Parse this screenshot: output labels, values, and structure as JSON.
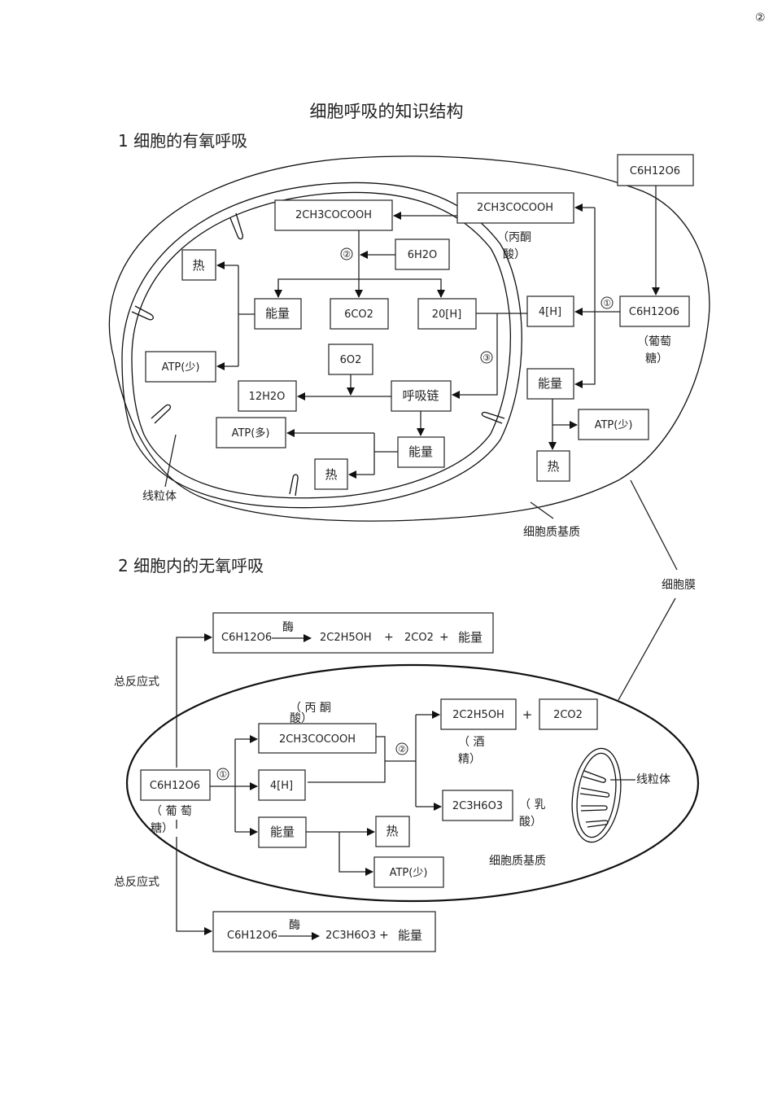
{
  "page_number": "②",
  "title": "细胞呼吸的知识结构",
  "section1": {
    "heading": "1 细胞的有氧呼吸",
    "glucose_outside": "C6H12O6",
    "glucose_cyto": "C6H12O6",
    "glucose_name": [
      "（葡萄",
      "糖）"
    ],
    "pyruvate_cyto": "2CH3COCOOH",
    "pyruvate_name": [
      "（丙酮",
      "酸）"
    ],
    "pyruvate_mito": "2CH3COCOOH",
    "h2o_in": "6H2O",
    "energy_stage2": "能量",
    "co2": "6CO2",
    "h20": "20[H]",
    "heat_stage2": "热",
    "atp_stage2": "ATP(少)",
    "o2": "6O2",
    "h2o_out": "12H2O",
    "resp_chain": "呼吸链",
    "atp_stage3": "ATP(多)",
    "energy_stage3": "能量",
    "heat_stage3": "热",
    "h4": "4[H]",
    "energy_stage1": "能量",
    "atp_stage1": "ATP(少)",
    "heat_stage1": "热",
    "steps": [
      "①",
      "②",
      "③"
    ],
    "label_mitochondrion": "线粒体",
    "label_cytoplasm": "细胞质基质",
    "label_membrane": "细胞膜"
  },
  "section2": {
    "heading": "2 细胞内的无氧呼吸",
    "total_label_1": "总反应式",
    "total_label_2": "总反应式",
    "equation1": {
      "reactant": "C6H12O6",
      "enzyme": "酶",
      "products": [
        "2C2H5OH",
        "+",
        "2CO2",
        "+",
        "能量"
      ]
    },
    "equation2": {
      "reactant": "C6H12O6",
      "enzyme": "酶",
      "products": [
        "2C3H6O3",
        "+",
        "能量"
      ]
    },
    "glucose": "C6H12O6",
    "glucose_name": [
      "（  葡  萄",
      "糖）"
    ],
    "pyruvate": "2CH3COCOOH",
    "pyruvate_name": [
      "（  丙  酮",
      "酸）"
    ],
    "h4": "4[H]",
    "energy": "能量",
    "heat": "热",
    "atp": "ATP(少)",
    "ethanol": "2C2H5OH",
    "ethanol_name": [
      "（     酒",
      "精）"
    ],
    "plus": "+",
    "co2": "2CO2",
    "lactic": "2C3H6O3",
    "lactic_name": [
      "（     乳",
      "酸）"
    ],
    "steps": [
      "①",
      "②"
    ],
    "label_mitochondrion": "线粒体",
    "label_cytoplasm": "细胞质基质"
  }
}
